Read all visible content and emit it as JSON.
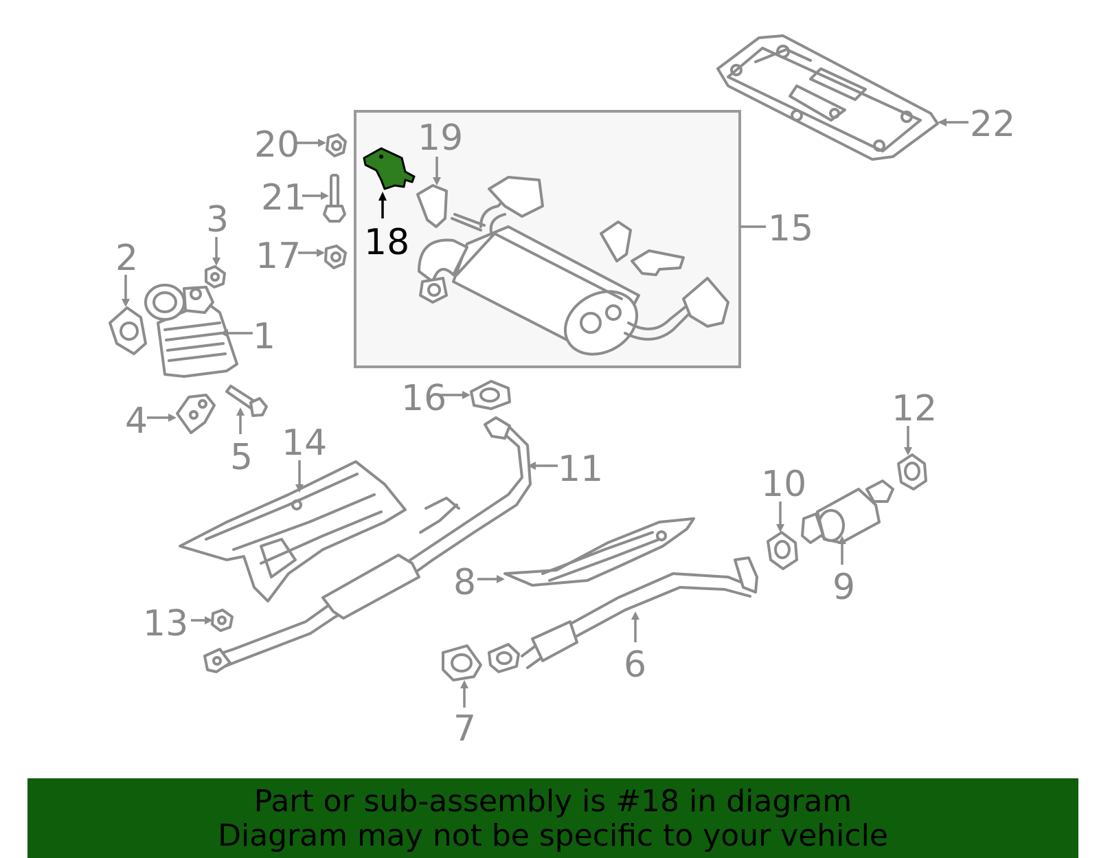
{
  "highlight_color": "#2e7d1e",
  "banner_color": "#0f5e0c",
  "labels": {
    "p1": "1",
    "p2": "2",
    "p3": "3",
    "p4": "4",
    "p5": "5",
    "p6": "6",
    "p7": "7",
    "p8": "8",
    "p9": "9",
    "p10": "10",
    "p11": "11",
    "p12": "12",
    "p13": "13",
    "p14": "14",
    "p15": "15",
    "p16": "16",
    "p17": "17",
    "p18": "18",
    "p19": "19",
    "p20": "20",
    "p21": "21",
    "p22": "22"
  },
  "banner": {
    "line1": "Part or sub-assembly is #18 in diagram",
    "line2": "Diagram may not be specific to your vehicle"
  }
}
